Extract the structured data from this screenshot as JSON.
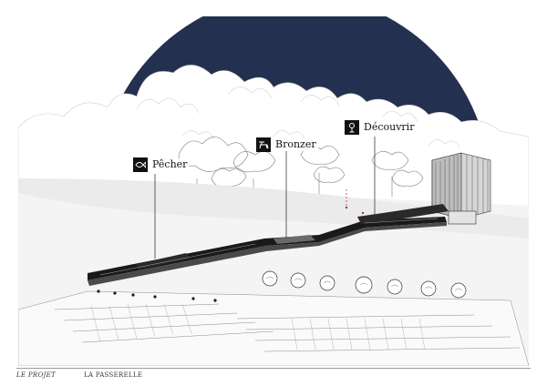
{
  "colors": {
    "sky_disc": "#24304f",
    "ink": "#1a1a1a",
    "line": "#9a9a9a",
    "marker_red": "#c0282d"
  },
  "callouts": [
    {
      "id": "pecher",
      "label": "Pêcher",
      "icon": "fish-icon"
    },
    {
      "id": "bronzer",
      "label": "Bronzer",
      "icon": "deckchair-icon"
    },
    {
      "id": "decouvrir",
      "label": "Découvrir",
      "icon": "plant-icon"
    }
  ],
  "footer": {
    "section": "LE PROJET",
    "title": "LA PASSERELLE"
  }
}
